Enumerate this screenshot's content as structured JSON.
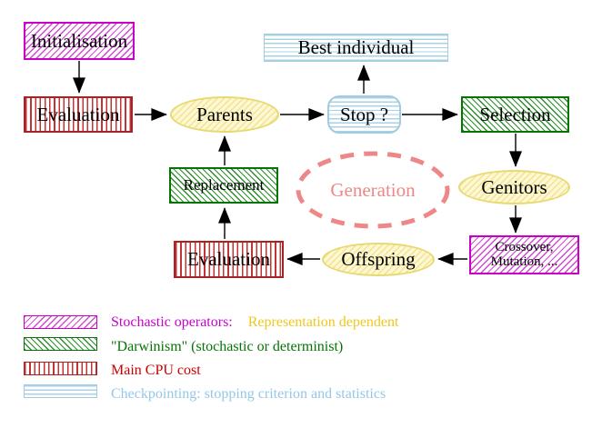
{
  "nodes": {
    "initialisation": "Initialisation",
    "evaluation_top": "Evaluation",
    "parents": "Parents",
    "best_individual": "Best individual",
    "stop": "Stop ?",
    "selection": "Selection",
    "genitors": "Genitors",
    "crossover_line1": "Crossover,",
    "crossover_line2": "Mutation, ...",
    "offspring": "Offspring",
    "evaluation_bottom": "Evaluation",
    "replacement": "Replacement",
    "generation": "Generation"
  },
  "legend": {
    "items": [
      {
        "swatch": "magenta-diagonal-hatch",
        "label": "Stochastic operators:",
        "label2": "Representation dependent"
      },
      {
        "swatch": "green-diagonal-hatch",
        "label": "\"Darwinism\" (stochastic or determinist)"
      },
      {
        "swatch": "red-vertical-stripes",
        "label": "Main CPU cost"
      },
      {
        "swatch": "cyan-horizontal-stripes",
        "label": "Checkpointing: stopping criterion and statistics"
      }
    ]
  },
  "colors": {
    "magenta": "#cc00cc",
    "gold": "#eec81e",
    "green": "#067306",
    "red": "#cc0000",
    "cyan_text": "#94c8e8",
    "salmon": "#ee8888",
    "yellow_border": "#e7da70",
    "arrow": "#000000"
  }
}
